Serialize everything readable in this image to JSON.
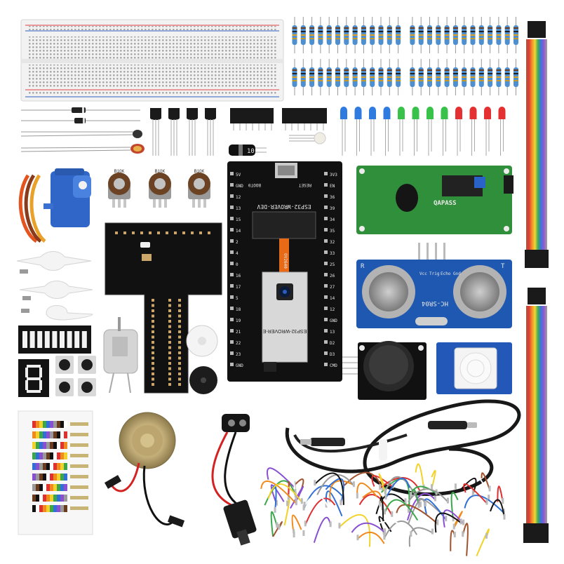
{
  "esp32_board": {
    "module_label": "ESP32-WROVER-DEV",
    "module_shield": "ESP32-WROVER-E",
    "boot_label": "BOOT0",
    "reset_label": "RESET",
    "camera_label": "OV2640",
    "left_pins": [
      "5V",
      "GND",
      "12",
      "13",
      "15",
      "14",
      "2",
      "4",
      "0",
      "16",
      "17",
      "5",
      "18",
      "19",
      "21",
      "22",
      "23",
      "GND"
    ],
    "right_pins": [
      "3V3",
      "EN",
      "36",
      "39",
      "34",
      "35",
      "32",
      "33",
      "25",
      "26",
      "27",
      "14",
      "12",
      "GND",
      "13",
      "D2",
      "D3",
      "CMD"
    ]
  },
  "lcd_module": {
    "text": "QAPASS"
  },
  "ultrasonic_sensor": {
    "model": "HC-SR04",
    "pins": [
      "Vcc",
      "Trig",
      "Echo",
      "Gnd"
    ],
    "left_mark": "R",
    "right_mark": "T"
  },
  "potentiometers": {
    "label": "B10K"
  },
  "capacitor": {
    "label": "10"
  },
  "colors": {
    "board_black": "#111111",
    "lcd_green": "#2f8f3b",
    "sensor_blue": "#1f58b0",
    "breadboard": "#f2f2f2"
  }
}
